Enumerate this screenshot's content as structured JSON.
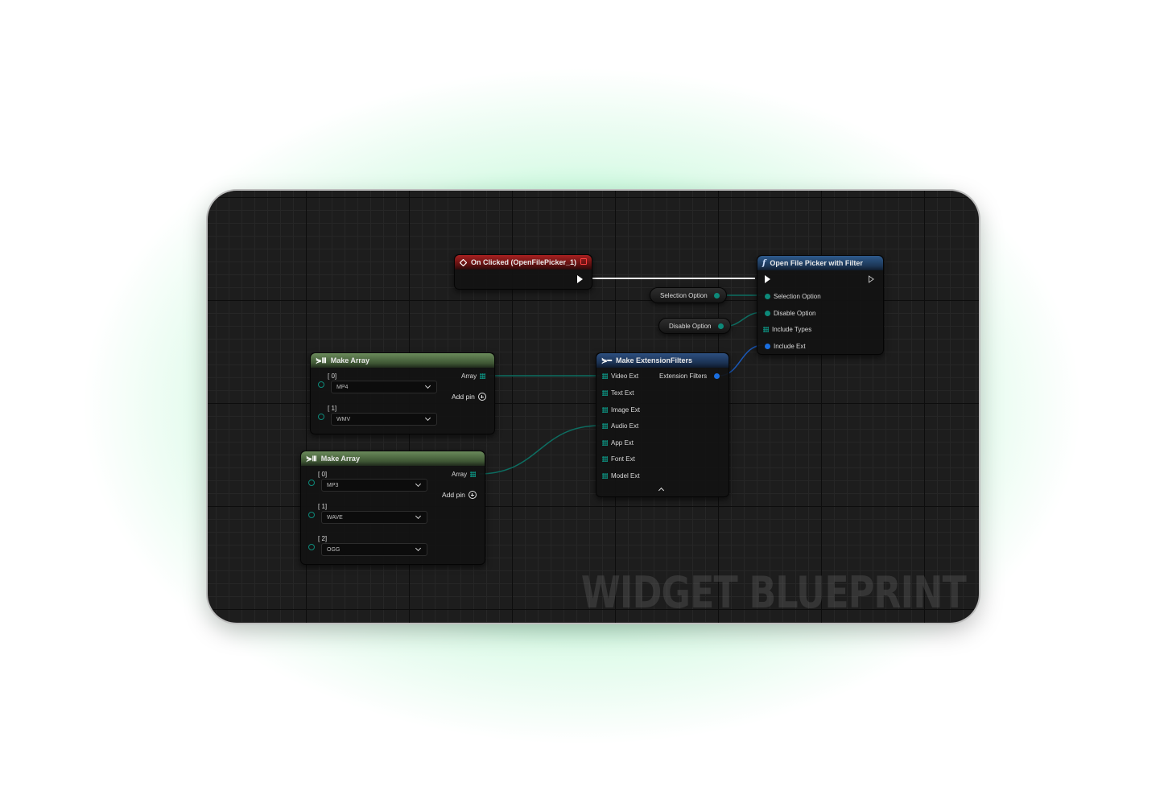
{
  "watermark": "WIDGET BLUEPRINT",
  "colors": {
    "event_header": "#a82020",
    "function_header": "#2e5a8c",
    "array_header": "#6a8a5a",
    "struct_header": "#2d4f80",
    "teal_pin": "#0d8a7a",
    "blue_pin": "#1a6ee0"
  },
  "event_node": {
    "title": "On Clicked (OpenFilePicker_1)",
    "icon": "event-diamond-icon"
  },
  "function_node": {
    "title": "Open File Picker with Filter",
    "icon": "function-icon",
    "inputs": [
      "Selection Option",
      "Disable Option",
      "Include Types",
      "Include Ext"
    ]
  },
  "variables": {
    "selection_option": "Selection Option",
    "disable_option": "Disable Option"
  },
  "make_struct": {
    "title": "Make ExtensionFilters",
    "icon": "make-struct-icon",
    "inputs": [
      "Video Ext",
      "Text Ext",
      "Image Ext",
      "Audio Ext",
      "App Ext",
      "Font Ext",
      "Model Ext"
    ],
    "output": "Extension Filters"
  },
  "array1": {
    "title": "Make Array",
    "icon": "make-array-icon",
    "output": "Array",
    "add_pin": "Add pin",
    "items": [
      {
        "index": "[ 0]",
        "value": "MP4"
      },
      {
        "index": "[ 1]",
        "value": "WMV"
      }
    ]
  },
  "array2": {
    "title": "Make Array",
    "icon": "make-array-icon",
    "output": "Array",
    "add_pin": "Add pin",
    "items": [
      {
        "index": "[ 0]",
        "value": "MP3"
      },
      {
        "index": "[ 1]",
        "value": "WAVE"
      },
      {
        "index": "[ 2]",
        "value": "OGG"
      }
    ]
  }
}
